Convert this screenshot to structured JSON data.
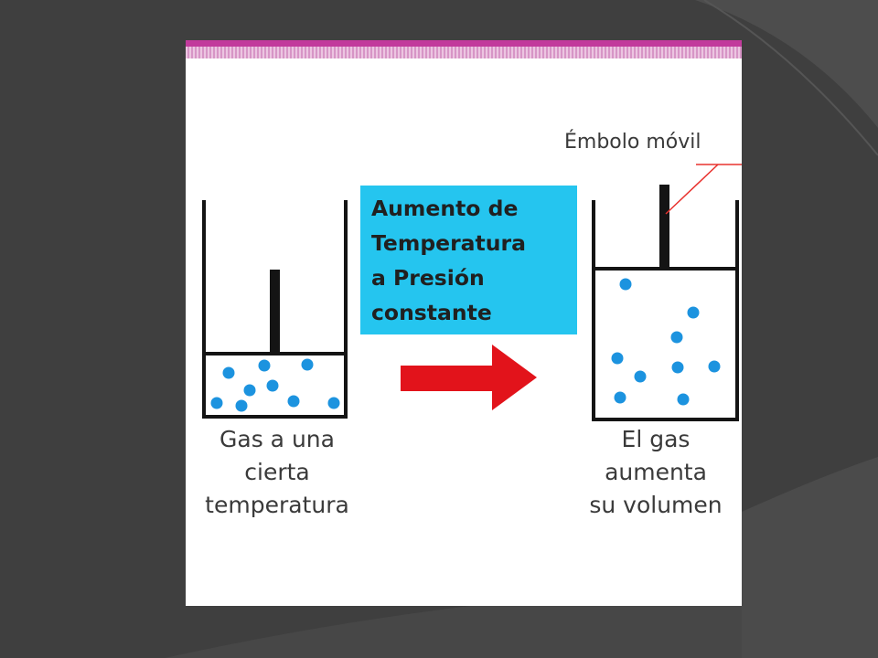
{
  "diagram": {
    "info_box_text": "Aumento de\nTemperatura\na Presión\nconstante",
    "left_caption": "Gas a una\ncierta\ntemperatura",
    "right_caption": "El gas\naumenta\nsu volumen",
    "piston_label": "Émbolo móvil"
  },
  "colors": {
    "slide_background": "#3f3f3f",
    "accent_bar": "#c23a9c",
    "info_box": "#25c5ef",
    "arrow": "#e2131b",
    "particles": "#1c93df",
    "container": "#141414",
    "pointer_line": "#e8322e"
  },
  "icons": {
    "arrow": "arrow-right-icon"
  }
}
